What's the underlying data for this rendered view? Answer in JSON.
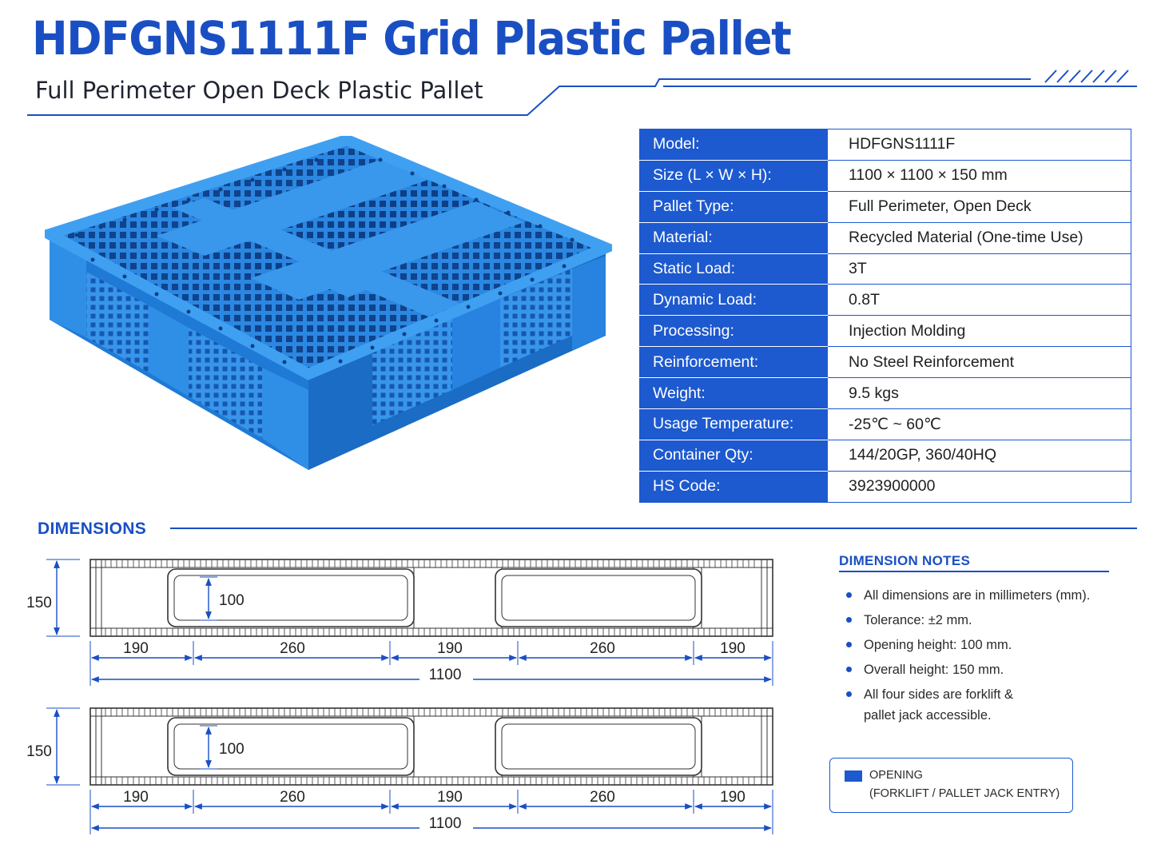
{
  "header": {
    "title": "HDFGNS1111F Grid Plastic Pallet",
    "subtitle": "Full Perimeter Open Deck Plastic Pallet"
  },
  "colors": {
    "brand_blue": "#1a4fc4",
    "pallet_blue": "#2f8fe6"
  },
  "specs": [
    {
      "label": "Model:",
      "value": "HDFGNS1111F"
    },
    {
      "label": "Size (L × W × H):",
      "value": "1100 × 1100 × 150 mm"
    },
    {
      "label": "Pallet Type:",
      "value": "Full Perimeter, Open Deck"
    },
    {
      "label": "Material:",
      "value": "Recycled Material (One-time Use)"
    },
    {
      "label": "Static Load:",
      "value": "3T"
    },
    {
      "label": "Dynamic Load:",
      "value": "0.8T"
    },
    {
      "label": "Processing:",
      "value": "Injection Molding"
    },
    {
      "label": "Reinforcement:",
      "value": "No Steel Reinforcement"
    },
    {
      "label": "Weight:",
      "value": "9.5 kgs"
    },
    {
      "label": "Usage Temperature:",
      "value": "-25℃ ~ 60℃"
    },
    {
      "label": "Container Qty:",
      "value": "144/20GP,  360/40HQ"
    },
    {
      "label": "HS Code:",
      "value": "3923900000"
    }
  ],
  "dimensions": {
    "heading": "DIMENSIONS",
    "views": [
      {
        "height": "150",
        "opening": "100",
        "segments": [
          "190",
          "260",
          "190",
          "260",
          "190"
        ],
        "total": "1100"
      },
      {
        "height": "150",
        "opening": "100",
        "segments": [
          "190",
          "260",
          "190",
          "260",
          "190"
        ],
        "total": "1100"
      }
    ]
  },
  "notes": {
    "heading": "DIMENSION NOTES",
    "items": [
      "All dimensions are in millimeters (mm).",
      "Tolerance: ±2 mm.",
      "Opening height: 100 mm.",
      "Overall height: 150 mm.",
      "All four sides are forklift & pallet jack accessible."
    ]
  },
  "legend": {
    "line1": "OPENING",
    "line2": "(FORKLIFT / PALLET JACK ENTRY)"
  }
}
